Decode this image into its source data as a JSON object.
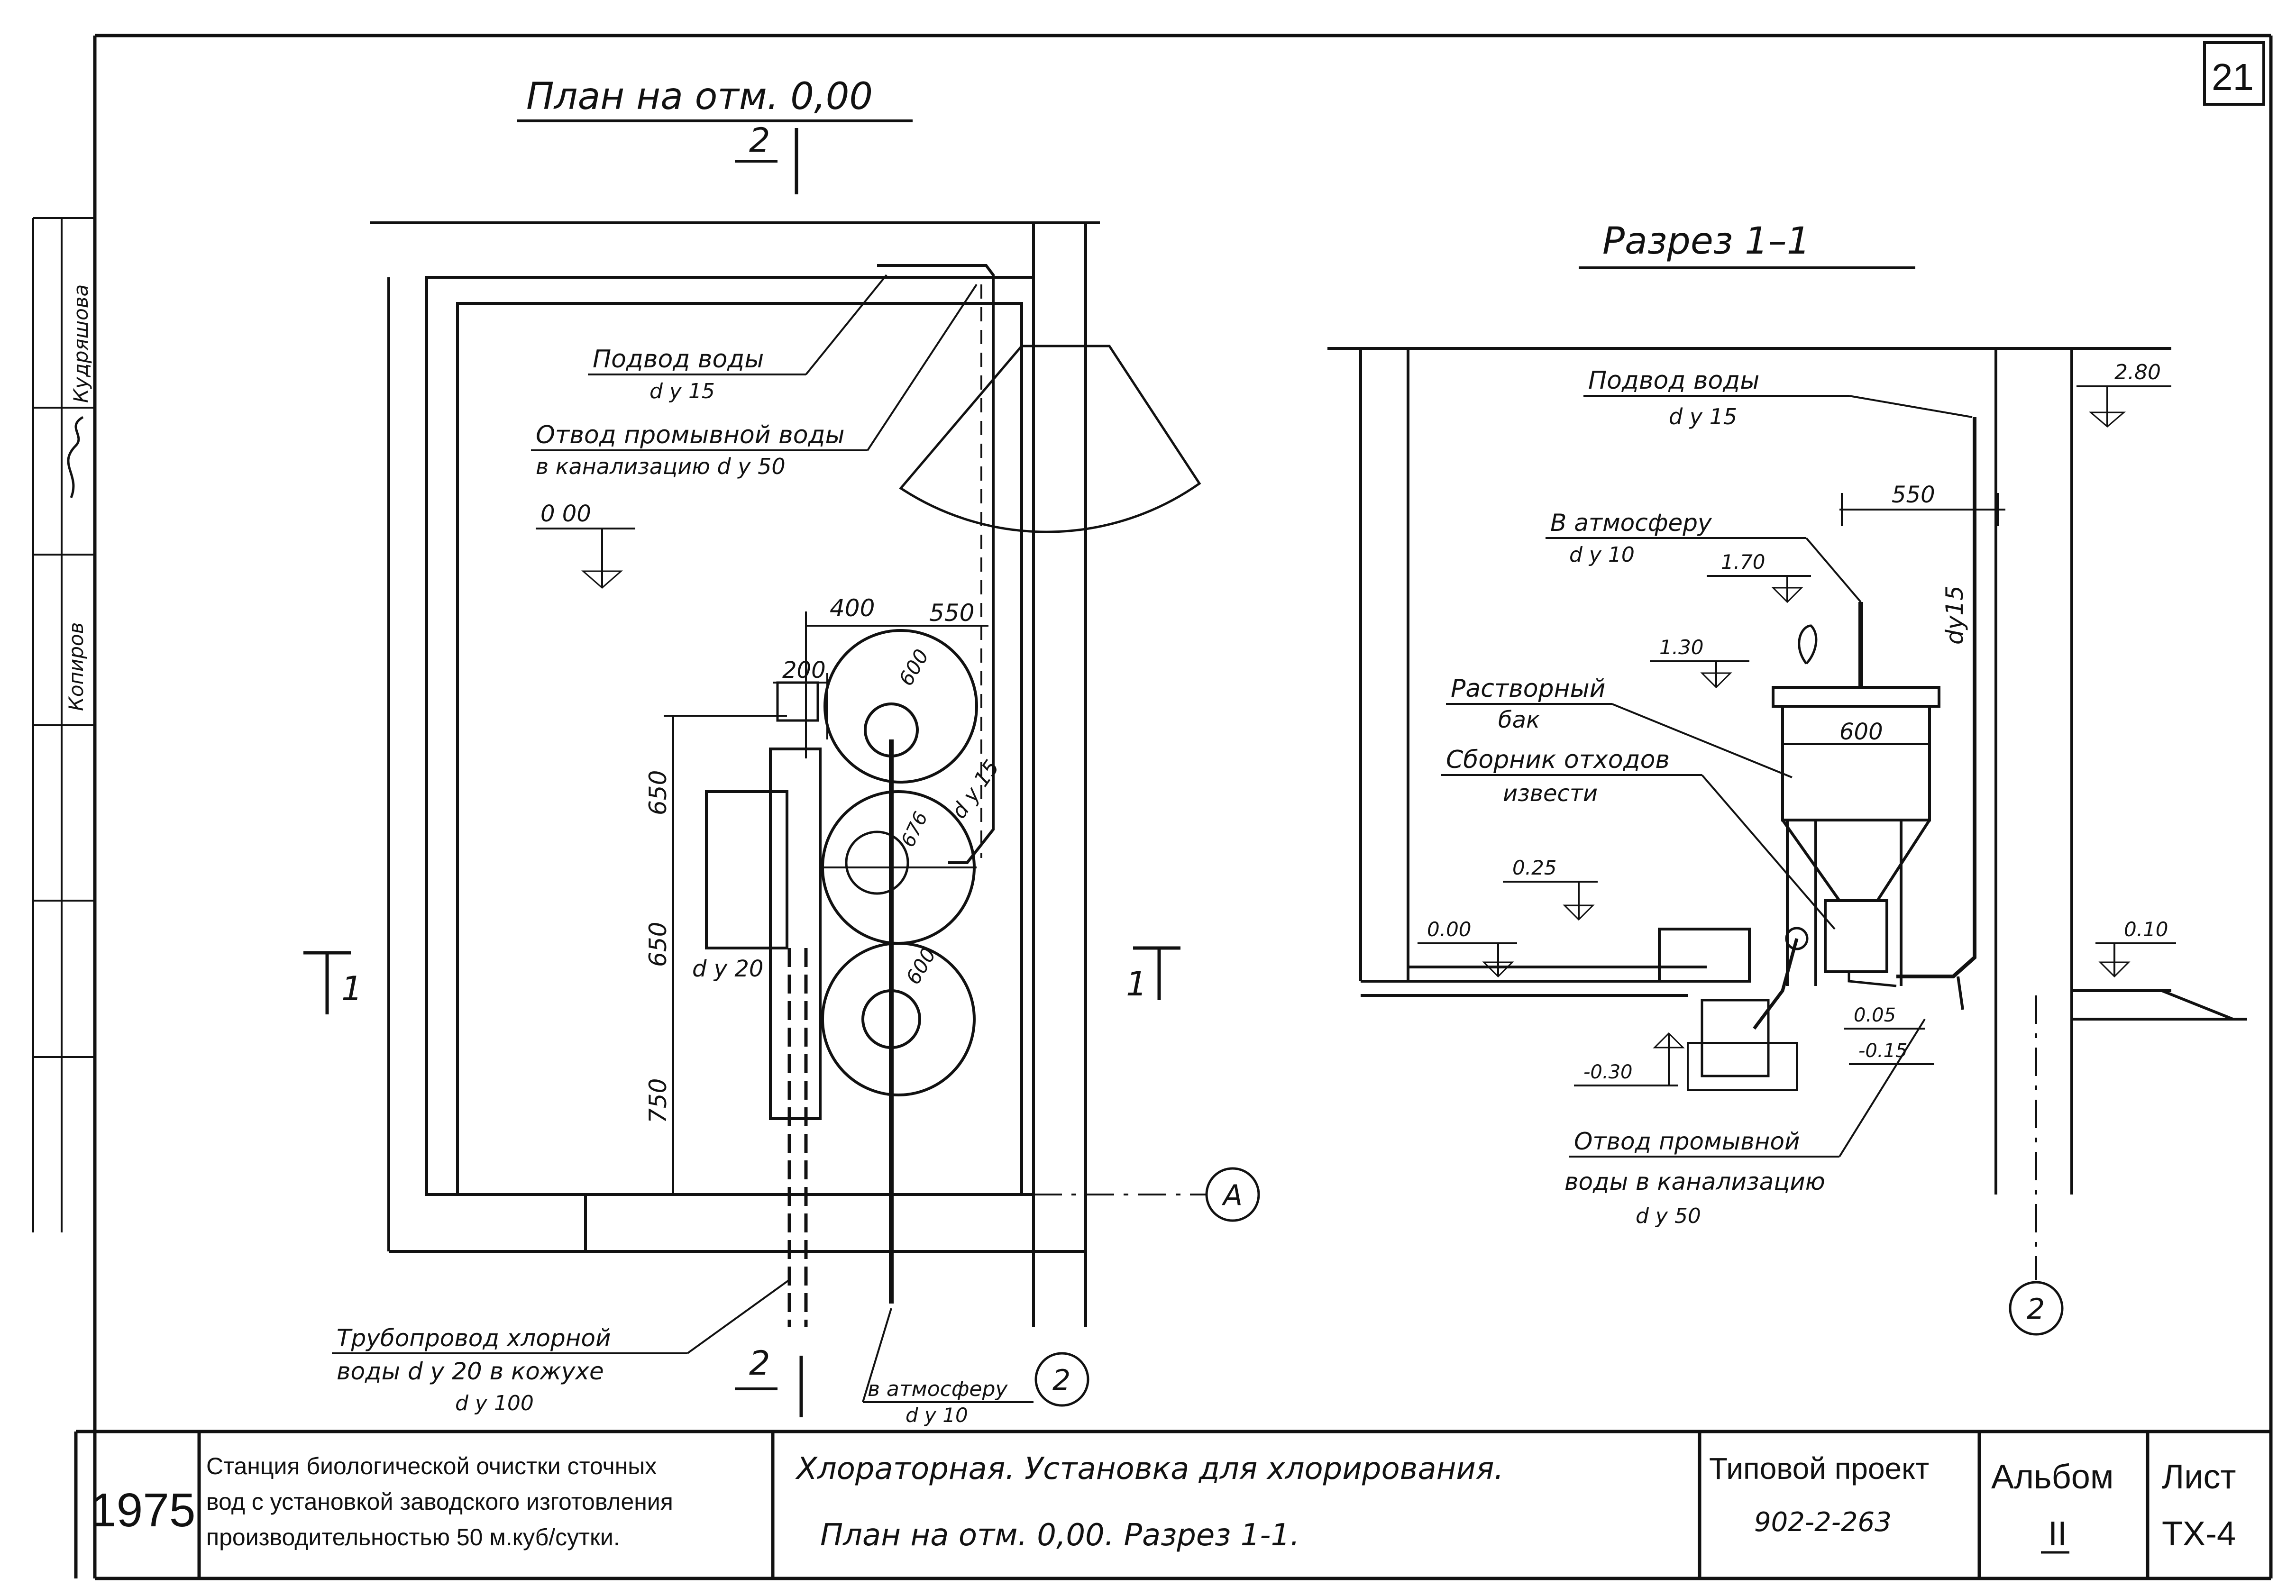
{
  "sheet_number": "21",
  "plan": {
    "title": "План на отм. 0,00",
    "section_mark_top": "2",
    "section_mark_bottom": "2",
    "section_left": "1",
    "section_right": "1",
    "water_supply": "Подвод воды",
    "water_supply_dy": "d y 15",
    "drain_label": "Отвод промывной воды",
    "drain_label2": "в канализацию d y 50",
    "level_000": "0 00",
    "dim_400": "400",
    "dim_550": "550",
    "dim_200": "200",
    "dim_650a": "650",
    "dim_650b": "650",
    "dim_750": "750",
    "dim_600a": "600",
    "dim_600b": "600",
    "dim_676": "676",
    "dy15": "d y 15",
    "dy20": "d y 20",
    "chlorine_pipe": "Трубопровод хлорной",
    "chlorine_pipe2": "воды d y 20 в кожухе",
    "chlorine_pipe3": "d y 100",
    "to_atmosphere": "в атмосферу",
    "to_atmosphere_dy": "d y 10",
    "axis_a": "А",
    "axis_2": "2"
  },
  "section": {
    "title": "Разрез 1–1",
    "water_supply": "Подвод воды",
    "water_supply_dy": "d y 15",
    "level_280": "2.80",
    "dim_550": "550",
    "to_atmosphere": "В атмосферу",
    "to_atmosphere_dy": "d y 10",
    "level_170": "1.70",
    "level_130": "1.30",
    "dy15_vert": "dy15",
    "tank": "Растворный",
    "tank2": "бак",
    "dim_600": "600",
    "collector": "Сборник отходов",
    "collector2": "извести",
    "level_025": "0.25",
    "level_000": "0.00",
    "level_010": "0.10",
    "level_005": "0.05",
    "level_m015": "-0.15",
    "level_m030": "-0.30",
    "drain": "Отвод промывной",
    "drain2": "воды в канализацию",
    "drain_dy": "d y 50",
    "axis_2": "2"
  },
  "left_strip": {
    "name1": "Кудряшова",
    "name2": "Копиров"
  },
  "title_block": {
    "year": "1975",
    "station_line1": "Станция биологической очистки сточных",
    "station_line2": "вод с установкой заводского изготовления",
    "station_line3": "производительностью 50 м.куб/сутки.",
    "drawing_line1": "Хлораторная. Установка для хлорирования.",
    "drawing_line2": "План на отм. 0,00. Разрез 1-1.",
    "project_label": "Типовой проект",
    "project_number": "902-2-263",
    "album_label": "Альбом",
    "album_number": "II",
    "sheet_label": "Лист",
    "sheet_code": "ТХ-4"
  }
}
